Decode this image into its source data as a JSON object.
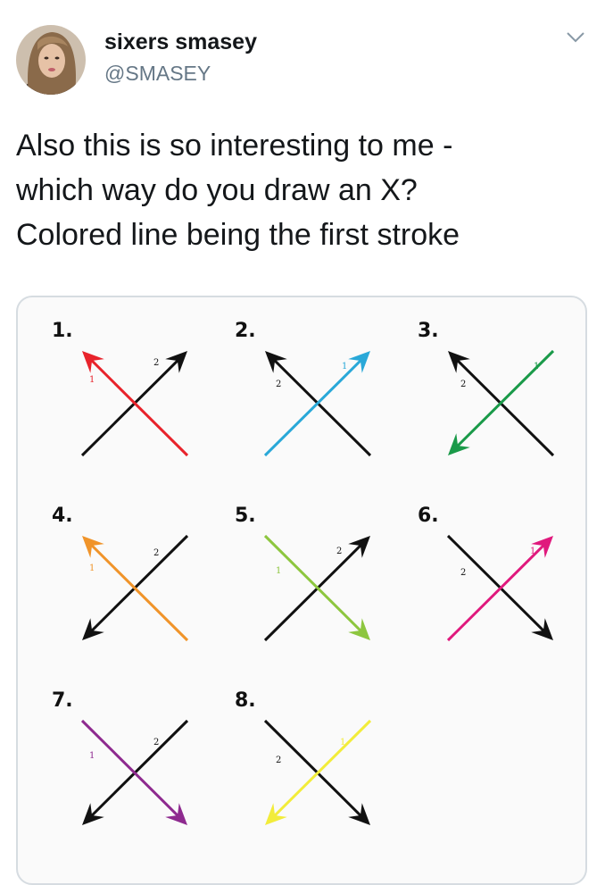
{
  "header": {
    "display_name": "sixers smasey",
    "handle": "@SMASEY",
    "menu_icon": "chevron-down-icon"
  },
  "tweet": {
    "lines": [
      "Also this is so interesting to me -",
      "which way do you draw an X?",
      "Colored line being the first stroke"
    ]
  },
  "diagram": {
    "options": [
      {
        "label": "1.",
        "color": "#e8232b"
      },
      {
        "label": "2.",
        "color": "#29a8d8"
      },
      {
        "label": "3.",
        "color": "#1a9a49"
      },
      {
        "label": "4.",
        "color": "#f0942a"
      },
      {
        "label": "5.",
        "color": "#8dc63f"
      },
      {
        "label": "6.",
        "color": "#e0197d"
      },
      {
        "label": "7.",
        "color": "#8e2a8f"
      },
      {
        "label": "8.",
        "color": "#f2ec3a"
      }
    ],
    "stroke_labels": [
      "1",
      "2"
    ]
  }
}
